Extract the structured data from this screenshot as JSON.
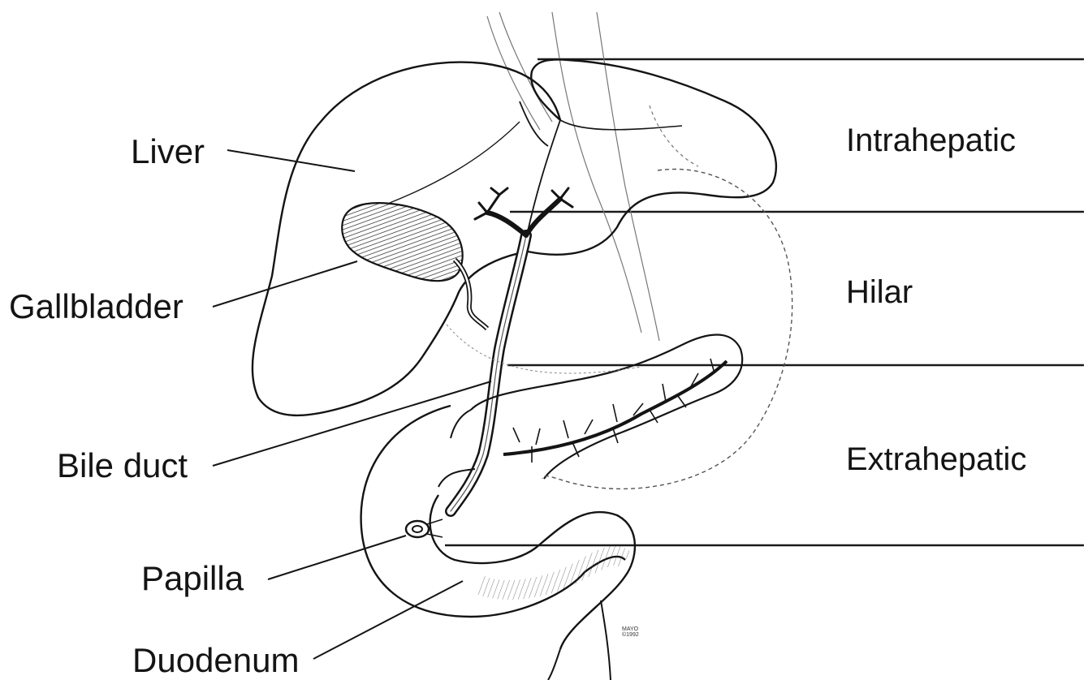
{
  "labels": {
    "liver": "Liver",
    "gallbladder": "Gallbladder",
    "bile_duct": "Bile duct",
    "papilla": "Papilla",
    "duodenum": "Duodenum"
  },
  "zones": {
    "intrahepatic": "Intrahepatic",
    "hilar": "Hilar",
    "extrahepatic": "Extrahepatic"
  },
  "signature": {
    "line1": "MAYO",
    "line2": "©1992"
  },
  "colors": {
    "ink": "#141414",
    "background": "#ffffff"
  }
}
